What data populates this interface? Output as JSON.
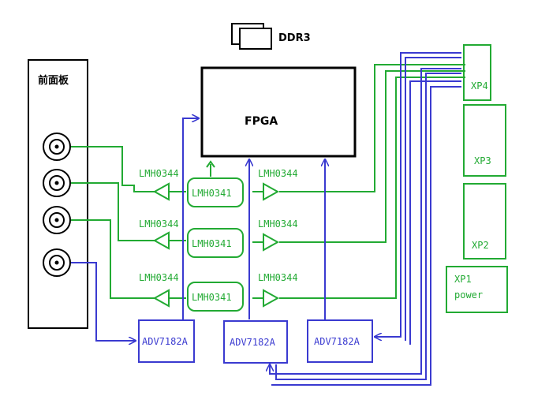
{
  "front_panel": {
    "title": "前面板"
  },
  "ddr": {
    "label": "DDR3"
  },
  "fpga": {
    "label": "FPGA"
  },
  "buffers": {
    "lmh0341": [
      "LMH0341",
      "LMH0341",
      "LMH0341"
    ]
  },
  "drivers": {
    "left": [
      "LMH0344",
      "LMH0344",
      "LMH0344"
    ],
    "right": [
      "LMH0344",
      "LMH0344",
      "LMH0344"
    ]
  },
  "decoders": [
    "ADV7182A",
    "ADV7182A",
    "ADV7182A"
  ],
  "connectors": {
    "xp4": "XP4",
    "xp3": "XP3",
    "xp2": "XP2",
    "xp1": "XP1",
    "xp1_sub": "power"
  },
  "colors": {
    "green": "#22aa33",
    "blue": "#3a3ad0",
    "black": "#000000"
  }
}
